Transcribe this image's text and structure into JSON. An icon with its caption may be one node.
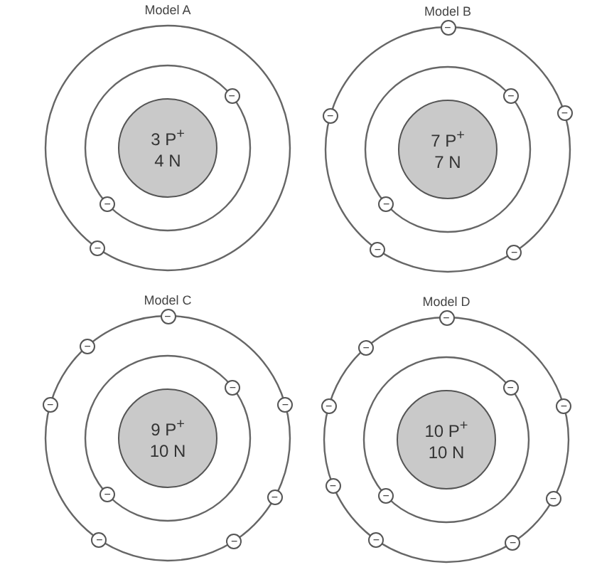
{
  "diagram": {
    "nodes": [
      {
        "text": [
          "3 P$^{+}$",
          "4 N"
        ]
      },
      {
        "text": [
          "−"
        ]
      },
      {
        "text": [
          "−"
        ]
      },
      {
        "text": [
          "−"
        ]
      },
      {
        "text": [
          "7 P$^{+}$",
          "7 N"
        ]
      },
      {
        "text": [
          "−"
        ]
      },
      {
        "text": [
          "−"
        ]
      },
      {
        "text": [
          "−"
        ]
      },
      {
        "text": [
          "−"
        ]
      },
      {
        "text": [
          "−"
        ]
      },
      {
        "text": [
          "−"
        ]
      },
      {
        "text": [
          "−"
        ]
      },
      {
        "text": [
          "9 P$^{+}$",
          "10 N"
        ]
      },
      {
        "text": [
          "−"
        ]
      },
      {
        "text": [
          "−"
        ]
      },
      {
        "text": [
          "−"
        ]
      },
      {
        "text": [
          "−"
        ]
      },
      {
        "text": [
          "−"
        ]
      },
      {
        "text": [
          "−"
        ]
      },
      {
        "text": [
          "−"
        ]
      },
      {
        "text": [
          "−"
        ]
      },
      {
        "text": [
          "−"
        ]
      },
      {
        "text": [
          "10 P$^{+}$",
          "10 N"
        ]
      },
      {
        "text": [
          "−"
        ]
      },
      {
        "text": [
          "−"
        ]
      },
      {
        "text": [
          "−"
        ]
      },
      {
        "text": [
          "−"
        ]
      },
      {
        "text": [
          "−"
        ]
      },
      {
        "text": [
          "−"
        ]
      },
      {
        "text": [
          "−"
        ]
      },
      {
        "text": [
          "−"
        ]
      },
      {
        "text": [
          "−"
        ]
      },
      {
        "text": [
          "−"
        ]
      }
    ],
    "labels": [
      "Model A",
      "Model B",
      "Model C",
      "Model D"
    ]
  }
}
